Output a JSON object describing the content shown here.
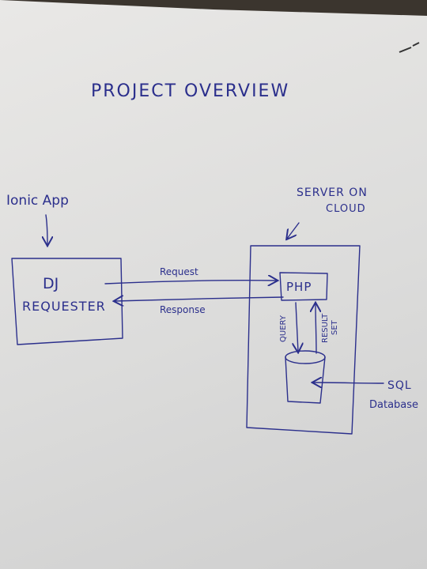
{
  "title": "PROJECT OVERVIEW",
  "ionic_label": "Ionic App",
  "dj_box": {
    "line1": "DJ",
    "line2": "REQUESTER"
  },
  "arrows": {
    "request": "Request",
    "response": "Response"
  },
  "server_label": {
    "line1": "SERVER ON",
    "line2": "CLOUD"
  },
  "php_label": "PHP",
  "query_label": "QUERY",
  "result_label": {
    "line1": "RESULT",
    "line2": "SET"
  },
  "sql_label": {
    "line1": "SQL",
    "line2": "Database"
  },
  "colors": {
    "ink": "#2b2f8c",
    "paper": "#e3e3e2"
  }
}
